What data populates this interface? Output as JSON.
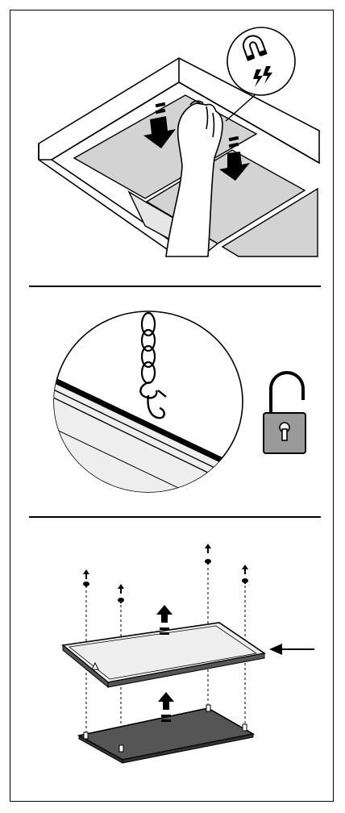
{
  "diagram": {
    "steps": [
      {
        "id": "step-1",
        "description_icon": "magnet-icon"
      },
      {
        "id": "step-2",
        "description_icon": "unlock-icon"
      },
      {
        "id": "step-3",
        "description_icon": "arrow-left-icon"
      }
    ]
  },
  "colors": {
    "line": "#000000",
    "filter_gray": "#d3d3d3",
    "light_gray": "#e6e6e6",
    "dark_gray": "#555555",
    "lock_body": "#9a9a9a"
  }
}
